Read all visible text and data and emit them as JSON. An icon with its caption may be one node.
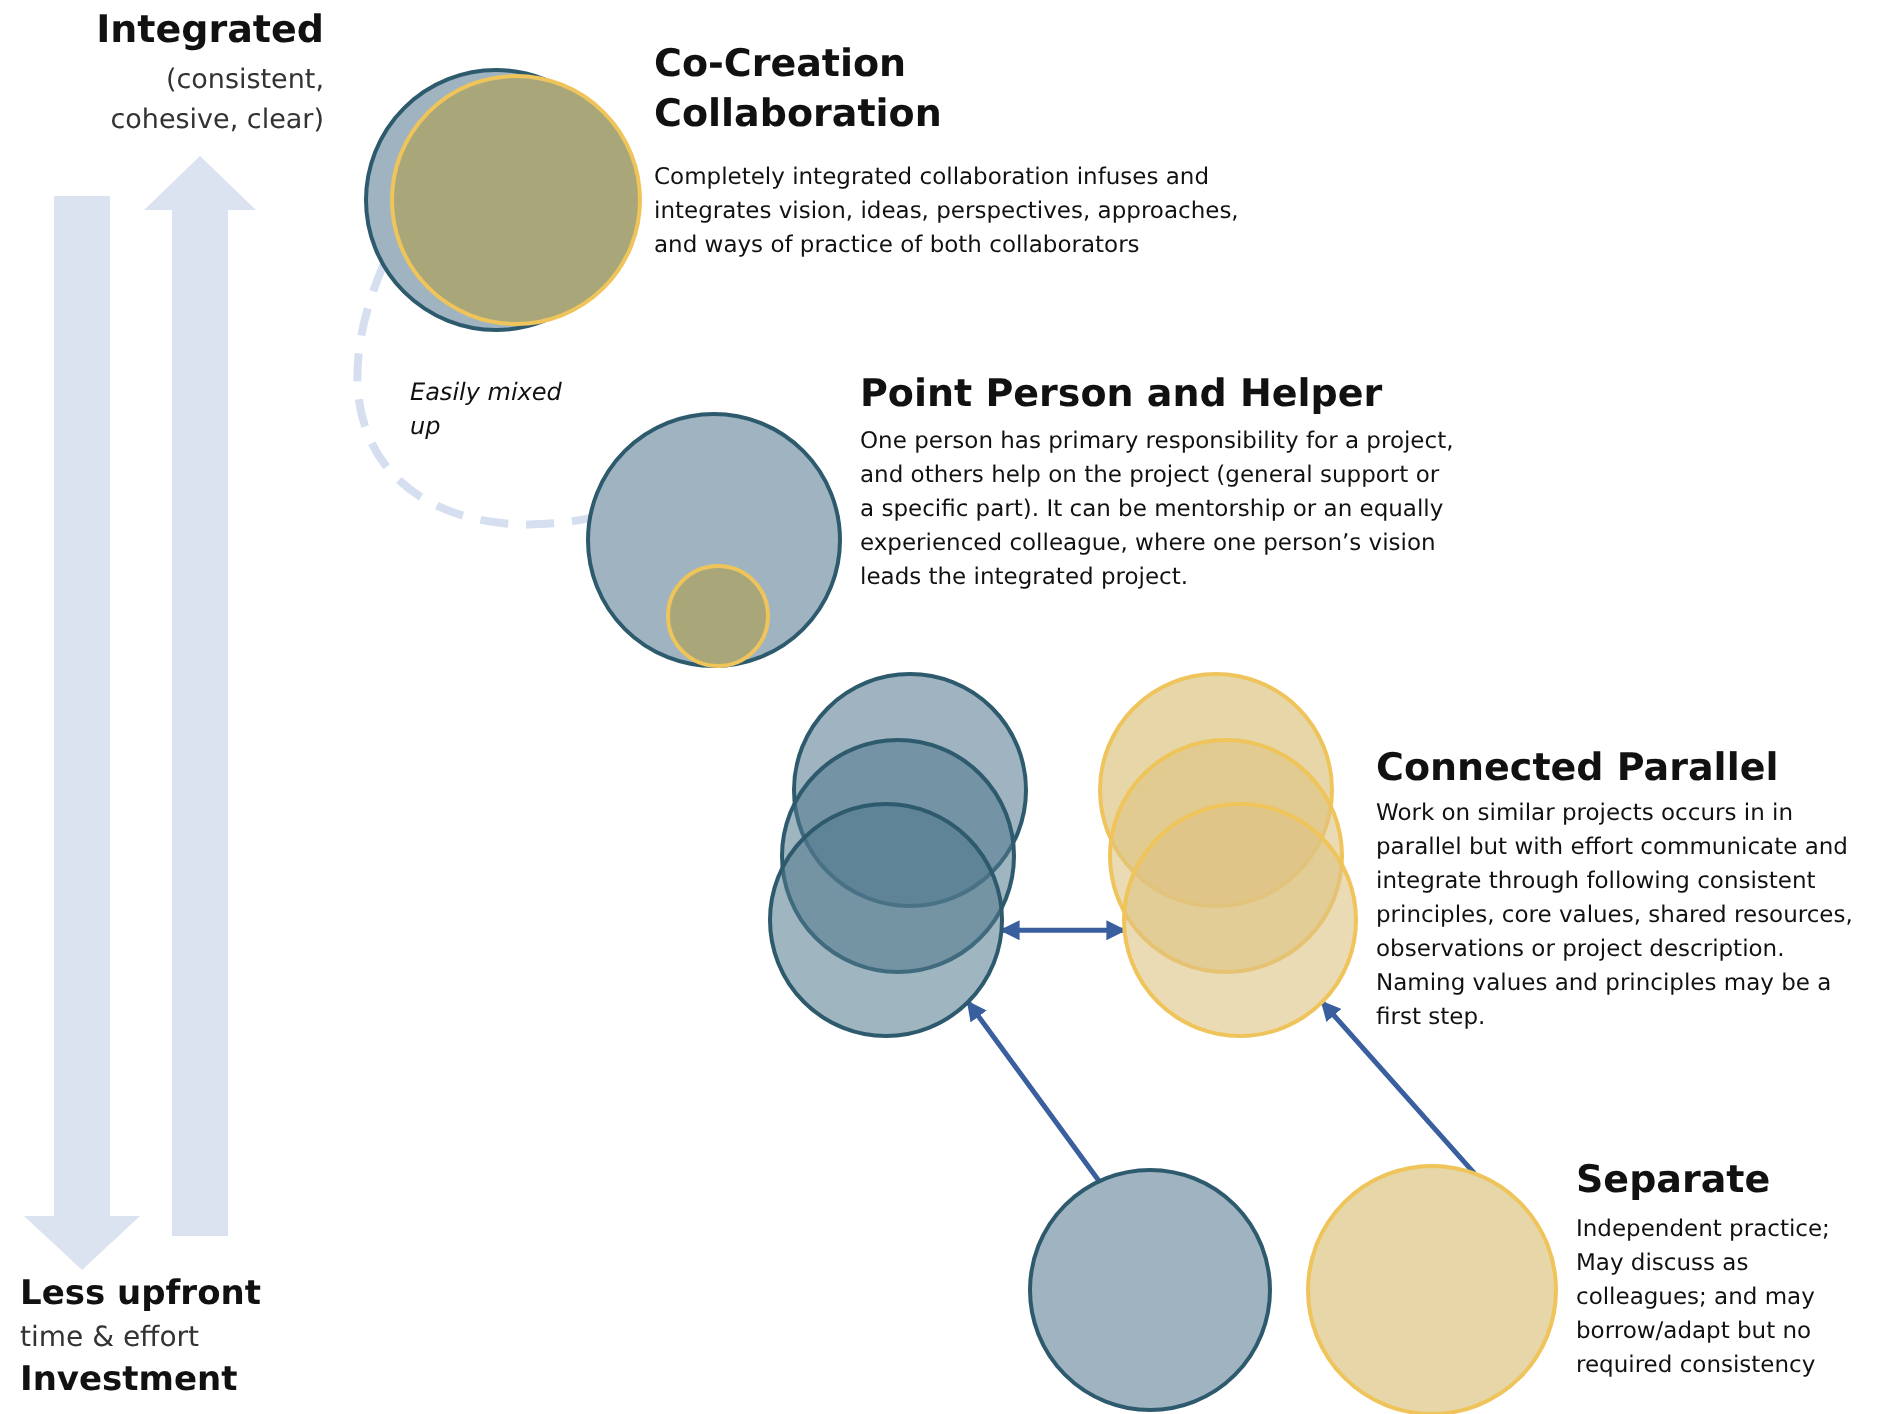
{
  "diagram": {
    "nodes": [
      {
        "text": [],
        "shape": "circle",
        "beside": [
          "Co-Creation Collaboration",
          "Completely integrated collaboration infuses and integrates vision, ideas, perspectives, approaches, and ways of practice of both collaborators"
        ]
      },
      {
        "text": [],
        "shape": "circle",
        "beside": [
          "Point Person and Helper",
          "One person has primary responsibility for a project, and others help on the project (general support or a specific part).  It can be mentorship or an equally experienced colleague, where one person’s vision leads the integrated project."
        ]
      },
      {
        "text": [],
        "shape": "circle"
      },
      {
        "text": [],
        "shape": "circle",
        "beside": [
          "Connected Parallel",
          "Work on similar projects occurs in in parallel but with effort communicate and integrate through following consistent principles, core values, shared resources, observations or project description. Naming values and principles may be a first step."
        ]
      },
      {
        "text": [],
        "shape": "circle"
      },
      {
        "text": [],
        "shape": "circle",
        "beside": [
          "Separate",
          "Independent practice; May discuss as colleagues; and may borrow/adapt but no required consistency"
        ]
      }
    ],
    "edges": [
      {
        "from": 0,
        "to": 1,
        "arrow": "none",
        "label": "Easily mixed up",
        "style": "dashed",
        "color": "#d5dff0"
      },
      {
        "from": 2,
        "to": 3,
        "arrow": "both"
      },
      {
        "from": 4,
        "to": 2,
        "arrow": "to"
      },
      {
        "from": 5,
        "to": 3,
        "arrow": "to"
      }
    ],
    "labels": [
      "Integrated",
      "(consistent, cohesive, clear)",
      "Less upfront",
      "time & effort",
      "Investment"
    ]
  }
}
